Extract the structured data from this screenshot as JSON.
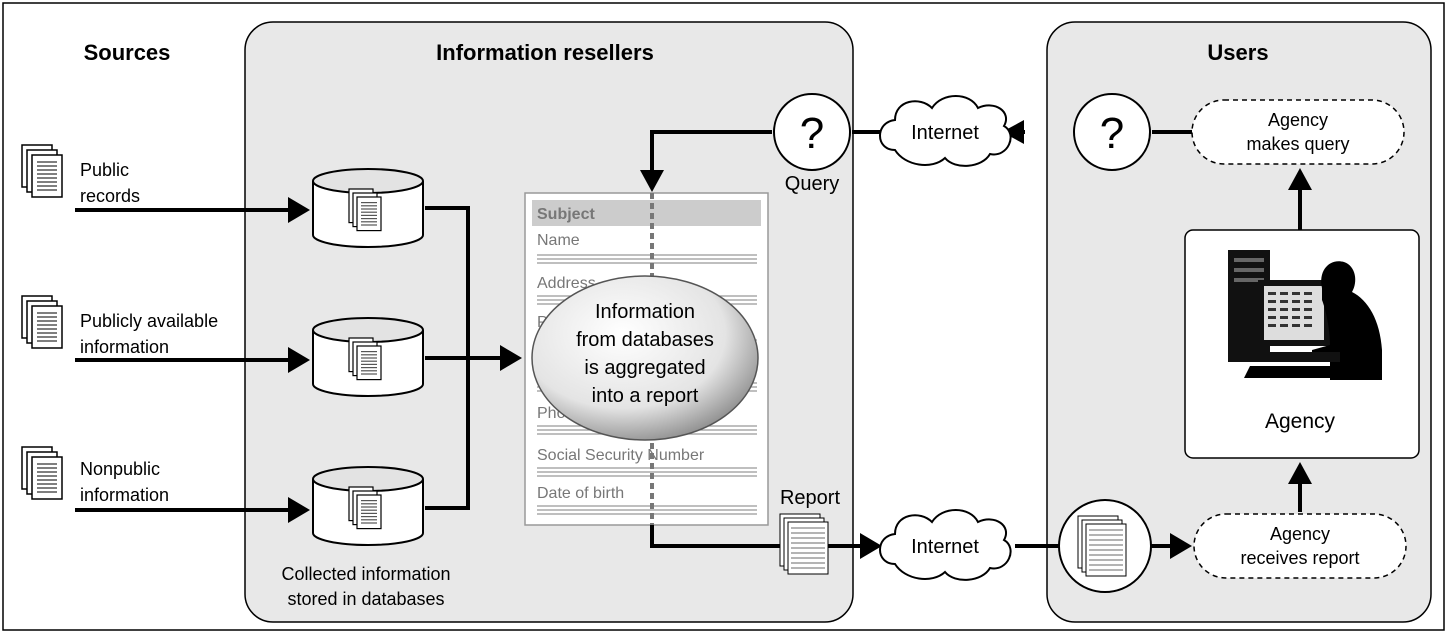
{
  "sources": {
    "title": "Sources",
    "items": [
      {
        "line1": "Public",
        "line2": "records"
      },
      {
        "line1": "Publicly available",
        "line2": "information"
      },
      {
        "line1": "Nonpublic",
        "line2": "information"
      }
    ]
  },
  "resellers": {
    "title": "Information resellers",
    "db_caption": {
      "line1": "Collected information",
      "line2": "stored in databases"
    },
    "report_fields": {
      "subject": "Subject",
      "name": "Name",
      "address": "Address",
      "phone": "Pho",
      "p": "P",
      "ssn": "Social Security Number",
      "dob": "Date of birth"
    },
    "bubble": [
      "Information",
      "from databases",
      "is aggregated",
      "into a report"
    ],
    "query_label": "Query",
    "report_label": "Report",
    "question_mark": "?"
  },
  "network": {
    "internet_top": "Internet",
    "internet_bottom": "Internet"
  },
  "users": {
    "title": "Users",
    "makes_query": {
      "line1": "Agency",
      "line2": "makes query"
    },
    "agency": "Agency",
    "receives_report": {
      "line1": "Agency",
      "line2": "receives report"
    },
    "question_mark": "?"
  },
  "colors": {
    "panel_fill": "#e8e8e8",
    "stroke": "#000000",
    "report_header": "#cccccc"
  },
  "icons": [
    "document-stack-icon",
    "database-icon",
    "question-icon",
    "cloud-icon",
    "report-icon",
    "agency-computer-icon"
  ]
}
